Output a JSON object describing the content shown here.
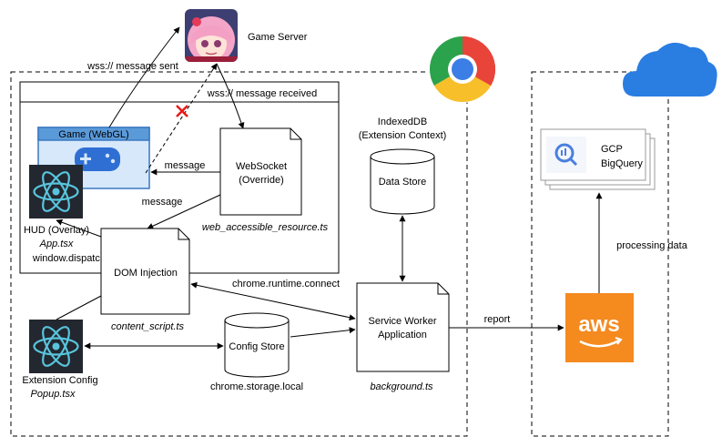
{
  "colors": {
    "game_box": "#d6e8fa",
    "game_header": "#5b9ad9",
    "game_border": "#3a78c0",
    "gamepad": "#2f6fd4",
    "react_bg": "#23272f",
    "react_logo": "#58c4dc",
    "aws_orange": "#f58a1f",
    "cloud_blue": "#2a7de1",
    "error_red": "#e81a1a"
  },
  "icons": {
    "game_server": "anime-avatar-icon",
    "browser": "chrome-icon",
    "cloud": "cloud-icon",
    "react": "react-icon",
    "gamepad": "gamepad-icon",
    "aws": "aws-icon",
    "bigquery": "bigquery-icon"
  },
  "labels": {
    "game_server": "Game Server",
    "wss_sent": "wss:// message sent",
    "wss_received": "wss:// message received",
    "game_webgl": "Game (WebGL)",
    "message_1": "message",
    "message_2": "message",
    "websocket_l1": "WebSocket",
    "websocket_l2": "(Override)",
    "web_accessible": "web_accessible_resource.ts",
    "hud": "HUD (Overlay)",
    "app_tsx": "App.tsx",
    "dispatch": "window.dispatchEvent",
    "dom_injection": "DOM Injection",
    "content_script": "content_script.ts",
    "runtime_connect": "chrome.runtime.connect",
    "indexeddb_l1": "IndexedDB",
    "indexeddb_l2": "(Extension Context)",
    "data_store": "Data Store",
    "config_store": "Config Store",
    "storage_local": "chrome.storage.local",
    "ext_config": "Extension Config",
    "popup_tsx": "Popup.tsx",
    "sw_l1": "Service Worker",
    "sw_l2": "Application",
    "background": "background.ts",
    "report": "report",
    "aws": "aws",
    "gcp": "GCP",
    "bigquery": "BigQuery",
    "processing": "processing data"
  }
}
